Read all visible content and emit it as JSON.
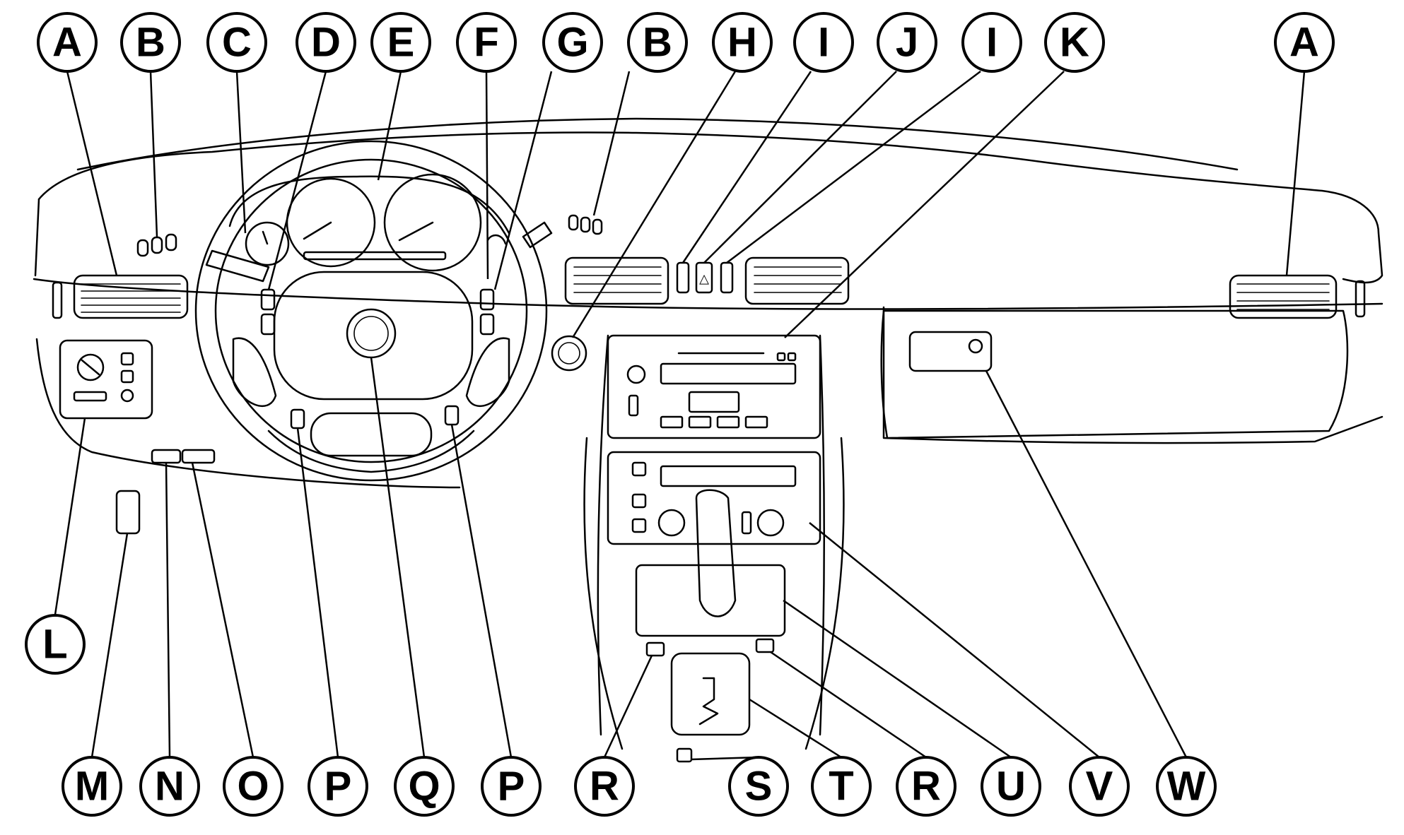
{
  "callouts": [
    {
      "id": "A-left",
      "label": "A"
    },
    {
      "id": "B-left",
      "label": "B"
    },
    {
      "id": "C",
      "label": "C"
    },
    {
      "id": "D",
      "label": "D"
    },
    {
      "id": "E",
      "label": "E"
    },
    {
      "id": "F",
      "label": "F"
    },
    {
      "id": "G",
      "label": "G"
    },
    {
      "id": "B-right",
      "label": "B"
    },
    {
      "id": "H",
      "label": "H"
    },
    {
      "id": "I-1",
      "label": "I"
    },
    {
      "id": "J",
      "label": "J"
    },
    {
      "id": "I-2",
      "label": "I"
    },
    {
      "id": "K",
      "label": "K"
    },
    {
      "id": "A-right",
      "label": "A"
    },
    {
      "id": "L",
      "label": "L"
    },
    {
      "id": "M",
      "label": "M"
    },
    {
      "id": "N",
      "label": "N"
    },
    {
      "id": "O",
      "label": "O"
    },
    {
      "id": "P-1",
      "label": "P"
    },
    {
      "id": "Q",
      "label": "Q"
    },
    {
      "id": "P-2",
      "label": "P"
    },
    {
      "id": "R-1",
      "label": "R"
    },
    {
      "id": "S",
      "label": "S"
    },
    {
      "id": "T",
      "label": "T"
    },
    {
      "id": "R-2",
      "label": "R"
    },
    {
      "id": "U",
      "label": "U"
    },
    {
      "id": "V",
      "label": "V"
    },
    {
      "id": "W",
      "label": "W"
    }
  ],
  "hazard_symbol": "△"
}
